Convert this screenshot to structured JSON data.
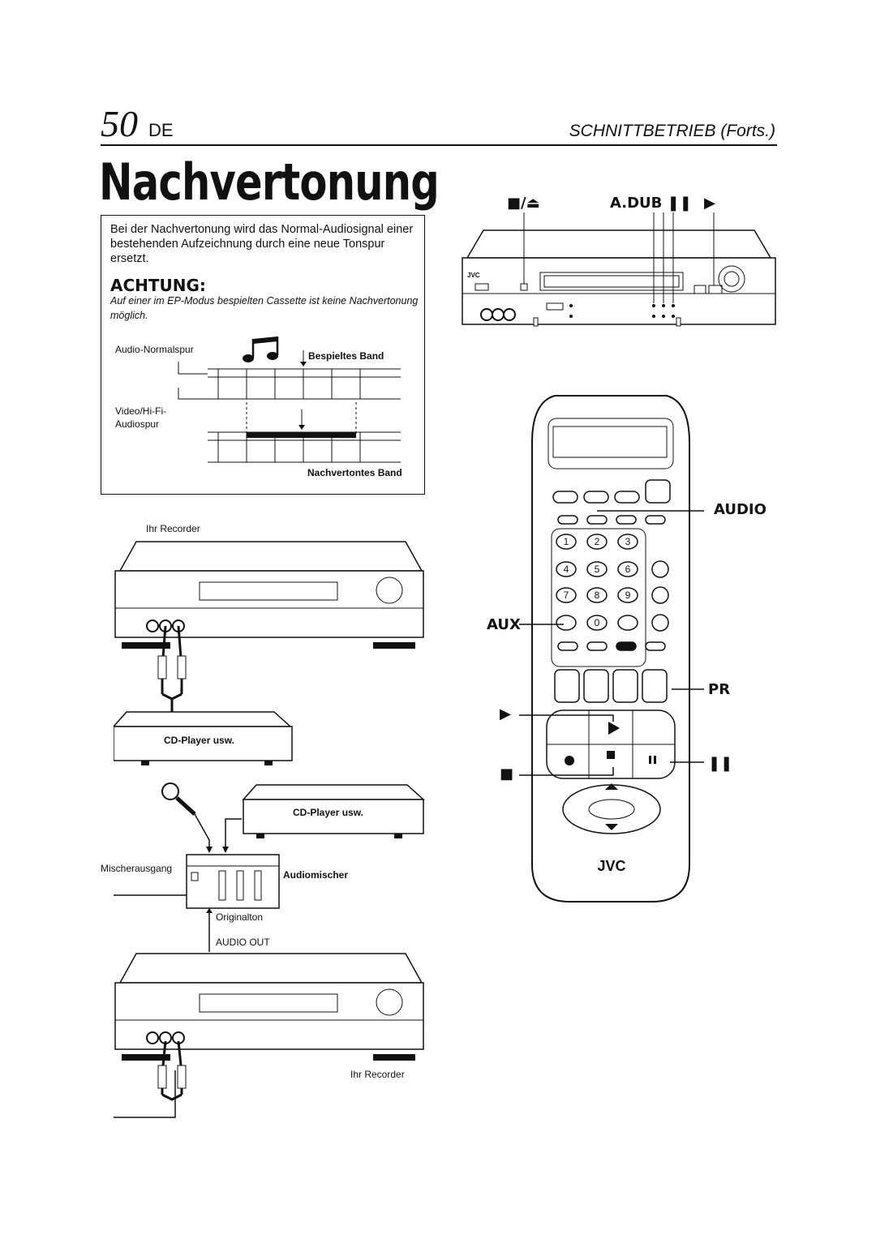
{
  "header": {
    "page_number": "50",
    "lang": "DE",
    "section": "SCHNITTBETRIEB (Forts.)"
  },
  "title": "Nachvertonung",
  "intro": "Bei der Nachvertonung wird das Normal-Audiosignal einer bestehenden Aufzeichnung durch eine neue Tonspur ersetzt.",
  "caution": {
    "heading": "ACHTUNG:",
    "text": "Auf einer im EP-Modus bespielten Cassette ist keine Nachvertonung möglich."
  },
  "tape_diagram": {
    "audio_track": "Audio-Normalspur",
    "recorded_tape": "Bespieltes Band",
    "video_hifi_line1": "Video/Hi-Fi-",
    "video_hifi_line2": "Audiospur",
    "dubbed_tape": "Nachvertontes Band"
  },
  "vcr_labels": {
    "stop_eject": "■/⏏",
    "adub_pause": "A.DUB ❚❚",
    "play": "▶"
  },
  "remote_labels": {
    "audio": "AUDIO",
    "aux": "AUX",
    "pr": "PR",
    "play": "▶",
    "pause": "❚❚",
    "stop": "■"
  },
  "connection_diagram": {
    "your_recorder_top": "Ihr Recorder",
    "cd_player_1": "CD-Player usw.",
    "cd_player_2": "CD-Player usw.",
    "mixer_out": "Mischerausgang",
    "audio_mixer": "Audiomischer",
    "original_sound": "Originalton",
    "audio_out": "AUDIO OUT",
    "your_recorder_bottom": "Ihr Recorder"
  },
  "brand": "JVC",
  "keypad": [
    "1",
    "2",
    "3",
    "4",
    "5",
    "6",
    "7",
    "8",
    "9",
    "0"
  ]
}
